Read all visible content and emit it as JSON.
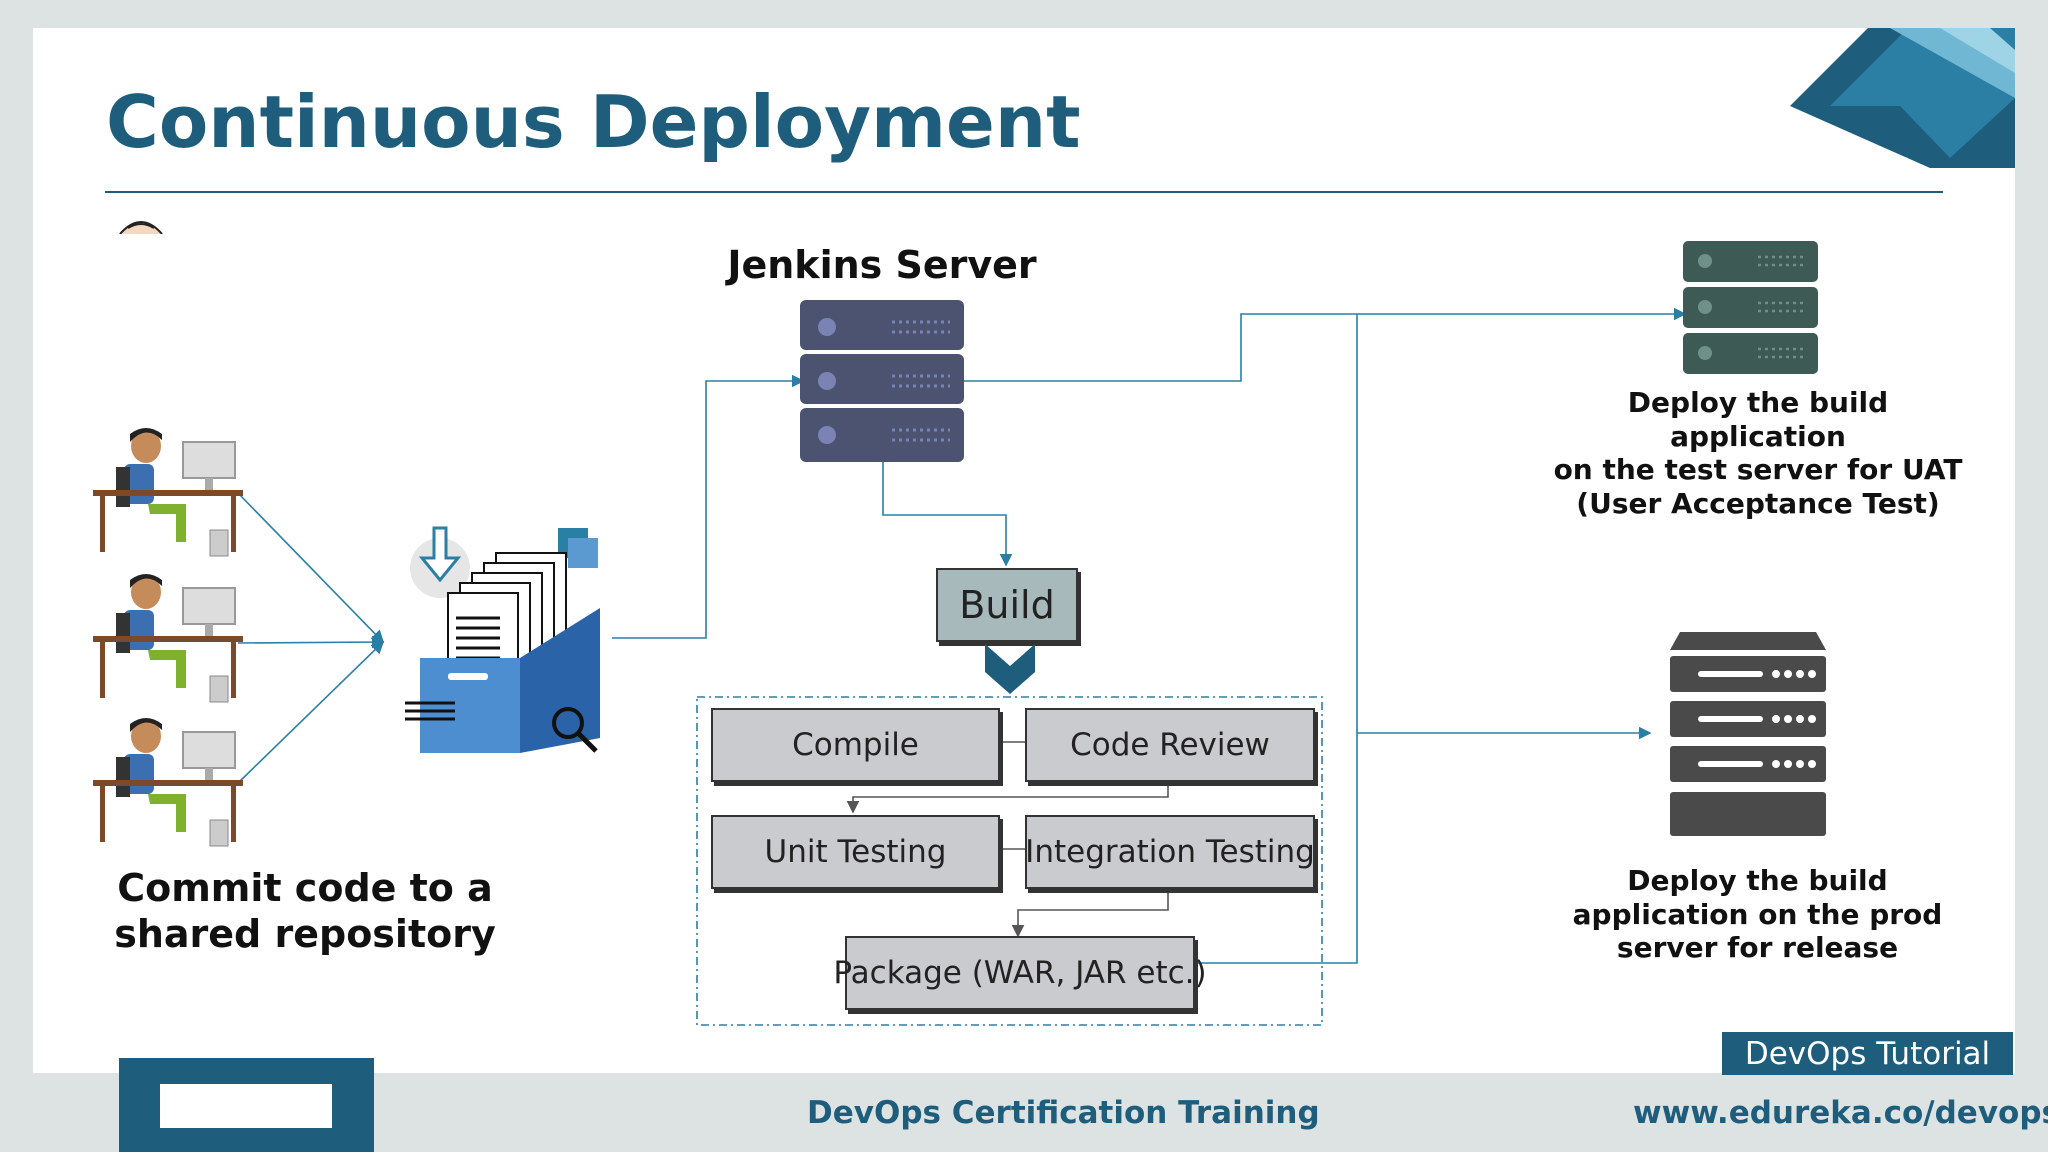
{
  "slide": {
    "title": "Continuous Deployment"
  },
  "developers": {
    "caption_line1": "Commit code to a",
    "caption_line2": "shared repository"
  },
  "jenkins": {
    "label": "Jenkins Server"
  },
  "pipeline": {
    "build_label": "Build",
    "steps": [
      "Compile",
      "Code Review",
      "Unit Testing",
      "Integration Testing",
      "Package (WAR, JAR etc.)"
    ]
  },
  "test_server": {
    "caption_line1": "Deploy the build application",
    "caption_line2": "on the test server for UAT",
    "caption_line3": "(User Acceptance Test)"
  },
  "prod_server": {
    "caption_line1": "Deploy the build",
    "caption_line2": "application on the prod",
    "caption_line3": "server for release"
  },
  "footer": {
    "tag": "DevOps Tutorial",
    "center_text": "DevOps Certification Training",
    "url": "www.edureka.co/devops"
  },
  "colors": {
    "brand": "#1e5d7b",
    "server": "#4b5370",
    "test_server": "#3d5a55",
    "prod_server": "#4a4a4a"
  }
}
